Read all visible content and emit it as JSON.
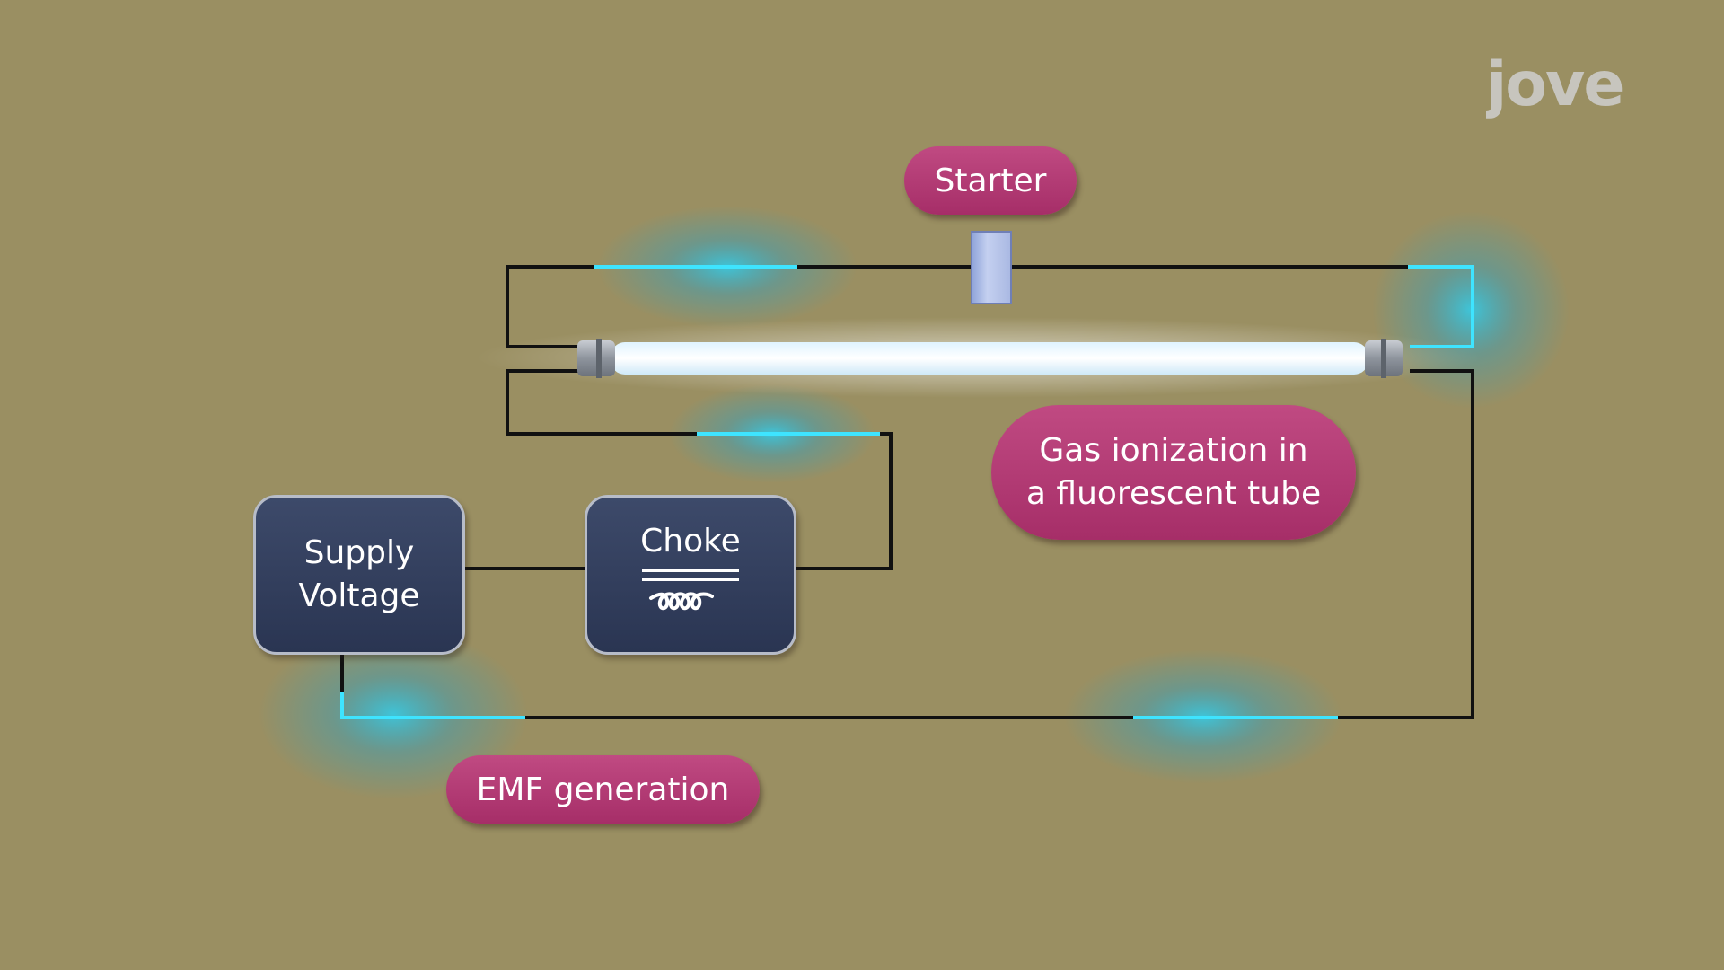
{
  "labels": {
    "starter": "Starter",
    "gas_line1": "Gas ionization in",
    "gas_line2": "a fluorescent tube",
    "emf": "EMF generation",
    "supply_line1": "Supply",
    "supply_line2": "Voltage",
    "choke": "Choke"
  },
  "logo": {
    "text": "jove"
  },
  "colors": {
    "background": "#9a8f62",
    "wire": "#111111",
    "glow": "#21d6ff",
    "pill": "#b23a74",
    "box": "#33405f",
    "tube": "#f2fbff"
  },
  "icons": {
    "choke_symbol": "inductor-coil-icon",
    "starter": "starter-block-icon"
  }
}
